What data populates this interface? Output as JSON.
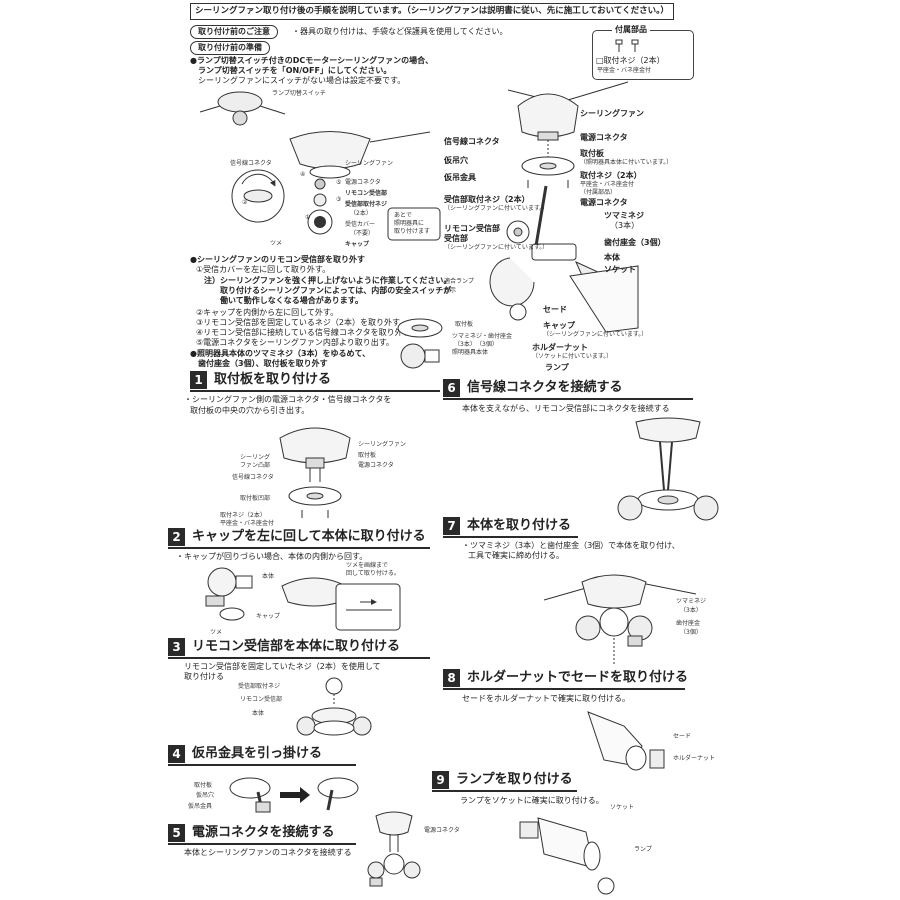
{
  "banner": "シーリングファン取り付け後の手順を説明しています。（シーリングファンは説明書に従い、先に施工しておいてください。）",
  "pre": {
    "caution_label": "取り付け前のご注意",
    "caution_text": "・器具の取り付けは、手袋など保護具を使用してください。",
    "prep_label": "取り付け前の準備"
  },
  "switch_note": {
    "line1": "●ランプ切替スイッチ付きのDCモーターシーリングファンの場合、",
    "line2": "ランプ切替スイッチを「ON/OFF」にしてください。",
    "line3": "シーリングファンにスイッチがない場合は設定不要です。"
  },
  "fig_a": {
    "lamp_switch": "ランプ切替スイッチ",
    "signal_connector": "信号線コネクタ",
    "ceiling_fan": "シーリングファン",
    "power_connector": "電源コネクタ",
    "remote_receiver": "リモコン受信部",
    "receiver_screw": "受信部取付ネジ",
    "receiver_screw_qty": "（2本）",
    "receiver_cover": "受信カバー",
    "receiver_cover_note": "（不要）",
    "cap": "キャップ",
    "claw": "ツメ",
    "callout": [
      "あとで",
      "照明器具に",
      "取り付けます"
    ],
    "steps_circled": [
      "④",
      "②",
      "⑤",
      "③",
      "①"
    ]
  },
  "remove_section": {
    "heading": "●シーリングファンのリモコン受信部を取り外す",
    "item1": "①受信カバーを左に回して取り外す。",
    "note_lead": "注）",
    "note1": "シーリングファンを強く押し上げないように作業してください。",
    "note2": "取り付けるシーリングファンによっては、内部の安全スイッチが",
    "note3": "働いて動作しなくなる場合があります。",
    "item2": "②キャップを内側から左に回して外す。",
    "item3": "③リモコン受信部を固定しているネジ（2本）を取り外す。",
    "item4": "④リモコン受信部に接続している信号線コネクタを取り外す。",
    "item5": "⑤電源コネクタをシーリングファン内部より取り出す。",
    "heading2a": "●照明器具本体のツマミネジ（3本）をゆるめて、",
    "heading2b": "歯付座金（3個）、取付板を取り外す"
  },
  "fig_b": {
    "plate": "取付板",
    "knob_screw_detail": "ツマミネジ・歯付座金",
    "qty_3": "（3本）",
    "qty_3pcs": "（3個）",
    "body_attached": "照明器具本体"
  },
  "accessories": {
    "title": "付属部品",
    "item1": "□取付ネジ（2本）",
    "item2": "平座金・バネ座金付"
  },
  "exploded": {
    "ceiling_fan": "シーリングファン",
    "signal_connector": "信号線コネクタ",
    "power_connector": "電源コネクタ",
    "hang_hole": "仮吊穴",
    "plate": "取付板",
    "plate_note": "（照明器具本体に付いています。）",
    "hang_bracket": "仮吊金具",
    "mount_screw": "取付ネジ（2本）",
    "mount_screw_note1": "平座金・バネ座金付",
    "mount_screw_note2": "（付属部品）",
    "receiver_screw": "受信部取付ネジ（2本）",
    "receiver_screw_note": "（シーリングファンに付いています。）",
    "power_connector2": "電源コネクタ",
    "knob_screw": "ツマミネジ",
    "knob_screw_qty": "（3本）",
    "toothed_washer": "歯付座金（3個）",
    "remote_receiver": "リモコン受信部",
    "remote_receiver_note": "（シーリングファンに付いています。）",
    "body": "本体",
    "socket": "ソケット",
    "lamp_indicator": "適合ランプ",
    "lamp_indicator2": "表示",
    "shade": "セード",
    "cap": "キャップ",
    "cap_note": "（シーリングファンに付いています。）",
    "holder_nut": "ホルダーナット",
    "holder_nut_note": "（ソケットに付いています。）",
    "lamp": "ランプ"
  },
  "steps": [
    {
      "num": "1",
      "title": "取付板を取り付ける"
    },
    {
      "num": "2",
      "title": "キャップを左に回して本体に取り付ける"
    },
    {
      "num": "3",
      "title": "リモコン受信部を本体に取り付ける"
    },
    {
      "num": "4",
      "title": "仮吊金具を引っ掛ける"
    },
    {
      "num": "5",
      "title": "電源コネクタを接続する"
    },
    {
      "num": "6",
      "title": "信号線コネクタを接続する"
    },
    {
      "num": "7",
      "title": "本体を取り付ける"
    },
    {
      "num": "8",
      "title": "ホルダーナットでセードを取り付ける"
    },
    {
      "num": "9",
      "title": "ランプを取り付ける"
    }
  ],
  "s1": {
    "desc1": "・シーリングファン側の電源コネクタ・信号線コネクタを",
    "desc2": "取付板の中央の穴から引き出す。",
    "ceiling_fan": "シーリングファン",
    "fan_recess1": "シーリング",
    "fan_recess2": "ファン凸部",
    "plate": "取付板",
    "power_connector": "電源コネクタ",
    "signal_connector": "信号線コネクタ",
    "plate_recess": "取付板凹部",
    "screw": "取付ネジ（2本）",
    "screw_note": "平座金・バネ座金付"
  },
  "s2": {
    "desc": "・キャップが回りづらい場合、本体の内側から回す。",
    "body": "本体",
    "claw_note1": "ツメを画線まで",
    "claw_note2": "回して取り付ける。",
    "cap": "キャップ",
    "claw": "ツメ"
  },
  "s3": {
    "desc1": "リモコン受信部を固定していたネジ（2本）を使用して",
    "desc2": "取り付ける",
    "receiver_screw": "受信部取付ネジ",
    "remote_receiver": "リモコン受信部",
    "body": "本体"
  },
  "s4": {
    "plate": "取付板",
    "hang_hole": "仮吊穴",
    "hang_bracket": "仮吊金具"
  },
  "s5": {
    "desc": "本体とシーリングファンのコネクタを接続する",
    "power_connector": "電源コネクタ"
  },
  "s6": {
    "desc": "本体を支えながら、リモコン受信部にコネクタを接続する"
  },
  "s7": {
    "desc1": "・ツマミネジ（3本）と歯付座金（3個）で本体を取り付け、",
    "desc2": "工具で確実に締め付ける。",
    "knob_screw": "ツマミネジ",
    "knob_qty": "（3本）",
    "washer": "歯付座金",
    "washer_qty": "（3個）"
  },
  "s8": {
    "desc": "セードをホルダーナットで確実に取り付ける。",
    "shade": "セード",
    "holder_nut": "ホルダーナット"
  },
  "s9": {
    "desc": "ランプをソケットに確実に取り付ける。",
    "socket": "ソケット",
    "lamp": "ランプ"
  }
}
